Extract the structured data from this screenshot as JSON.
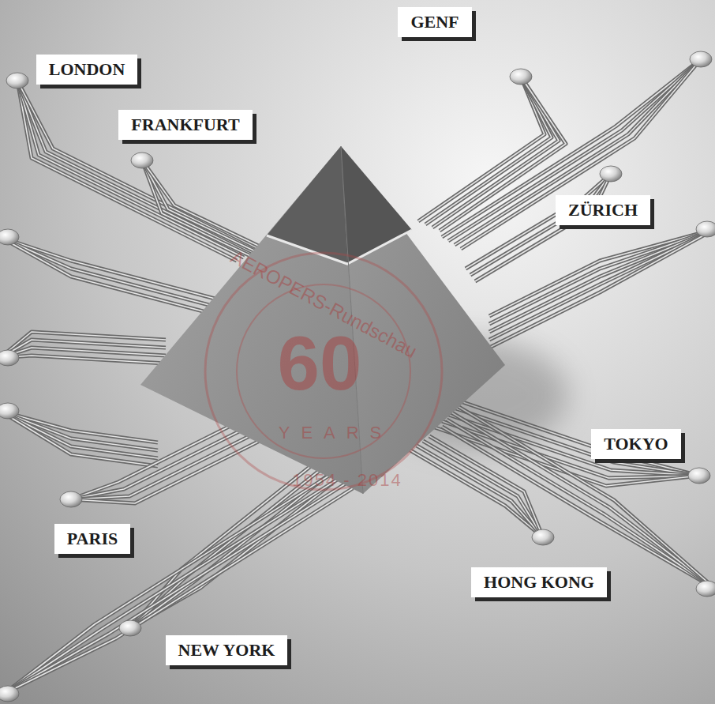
{
  "diagram": {
    "nodes": [
      {
        "text": [
          "LONDON"
        ]
      },
      {
        "text": [
          "GENF"
        ]
      },
      {
        "text": [
          "FRANKFURT"
        ]
      },
      {
        "text": [
          "ZÜRICH"
        ]
      },
      {
        "text": [
          "TOKYO"
        ]
      },
      {
        "text": [
          "PARIS"
        ]
      },
      {
        "text": [
          "HONG KONG"
        ]
      },
      {
        "text": [
          "NEW YORK"
        ]
      }
    ],
    "labels": [
      "AEROPERS-Rundschau",
      "60",
      "YEARS",
      "1954 - 2014"
    ]
  }
}
